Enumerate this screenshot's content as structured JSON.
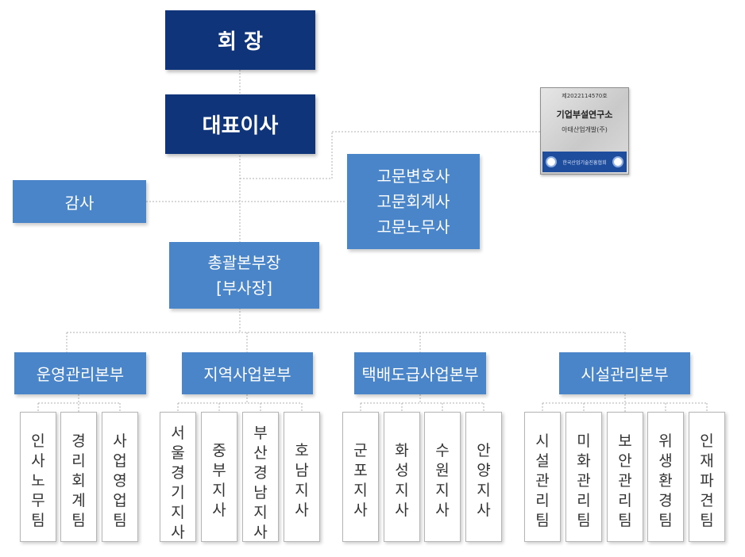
{
  "executives": {
    "chairman": "회 장",
    "ceo": "대표이사",
    "auditor": "감사",
    "advisors": [
      "고문변호사",
      "고문회계사",
      "고문노무사"
    ],
    "gm_line1": "총괄본부장",
    "gm_line2": "[부사장]"
  },
  "certificate": {
    "number": "제2022114570호",
    "title": "기업부설연구소",
    "company": "아태산업개발(주)",
    "issuer": "한국산업기술진흥협회"
  },
  "divisions": [
    {
      "name": "운영관리본부",
      "teams": [
        "인사노무팀",
        "경리회계팀",
        "사업영업팀"
      ]
    },
    {
      "name": "지역사업본부",
      "teams": [
        "서울경기지사",
        "중부지사",
        "부산경남지사",
        "호남지사"
      ]
    },
    {
      "name": "택배도급사업본부",
      "teams": [
        "군포지사",
        "화성지사",
        "수원지사",
        "안양지사"
      ]
    },
    {
      "name": "시설관리본부",
      "teams": [
        "시설관리팀",
        "미화관리팀",
        "보안관리팀",
        "위생환경팀",
        "인재파견팀"
      ]
    }
  ],
  "colors": {
    "navy": "#0f3479",
    "blue": "#4a84c9",
    "connector": "#b0b0b0"
  }
}
